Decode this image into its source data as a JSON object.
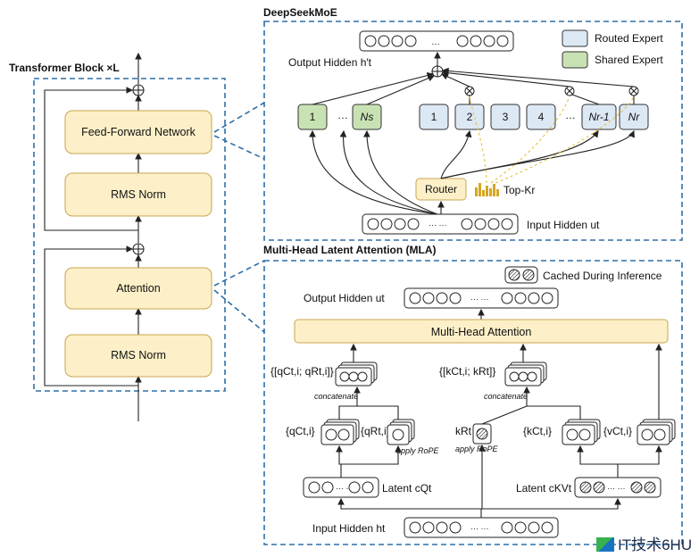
{
  "transformer": {
    "title": "Transformer Block ×L",
    "ffn_label": "Feed-Forward Network",
    "rmsnorm_top_label": "RMS Norm",
    "attention_label": "Attention",
    "rmsnorm_bottom_label": "RMS Norm"
  },
  "moe": {
    "title": "DeepSeekMoE",
    "legend_routed": "Routed Expert",
    "legend_shared": "Shared Expert",
    "output_label": "Output Hidden h′t",
    "input_label": "Input Hidden ut",
    "router_label": "Router",
    "topk_label": "Top-Kr",
    "shared_experts": [
      "1",
      "Ns"
    ],
    "routed_experts": [
      "1",
      "2",
      "3",
      "4",
      "Nr-1",
      "Nr"
    ],
    "ellipsis": "…",
    "vec_ellipsis": "··· ···",
    "colors": {
      "routed": "#dde8f5",
      "shared": "#c8e2b4",
      "router": "#fdf0c8",
      "dashed_border": "#2f6fa8",
      "selected_path": "#e7c23a"
    }
  },
  "mla": {
    "title": "Multi-Head Latent Attention (MLA)",
    "cached_label": "Cached During Inference",
    "output_label": "Output Hidden ut",
    "mha_label": "Multi-Head Attention",
    "q_concat_label": "{[qCt,i; qRt,i]}",
    "k_concat_label": "{[kCt,i; kRt]}",
    "concatenate_label": "concatenate",
    "qc_label": "{qCt,i}",
    "qr_label": "{qRt,i}",
    "kr_label": "kRt",
    "kc_label": "{kCt,i}",
    "vc_label": "{vCt,i}",
    "apply_rope": "apply RoPE",
    "latent_q_label": "Latent cQt",
    "latent_kv_label": "Latent cKVt",
    "input_label": "Input Hidden ht",
    "vec_ellipsis": "··· ···"
  },
  "watermark": "IT技术6HU"
}
